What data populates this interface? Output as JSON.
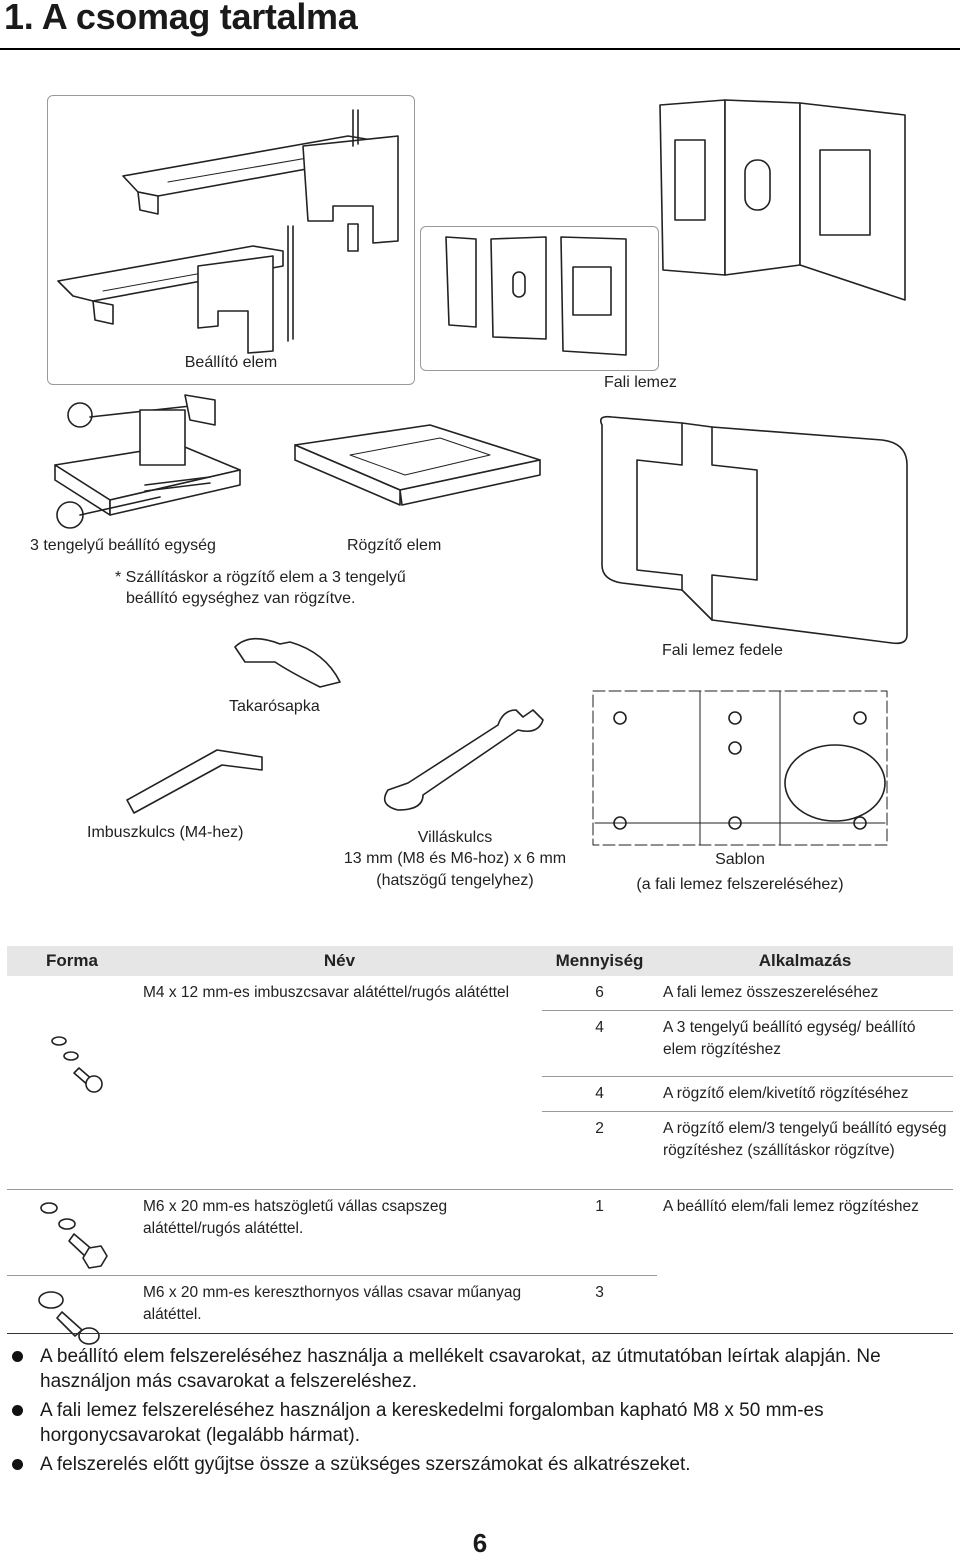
{
  "heading": "1. A csomag tartalma",
  "figures": {
    "adjust_element": "Beállító elem",
    "wall_plate": "Fali lemez",
    "three_axis_unit": "3 tengelyű beállító egység",
    "fixing_element": "Rögzítő elem",
    "shipping_note_line1": "* Szállításkor a rögzítő elem a 3 tengelyű",
    "shipping_note_line2": "beállító egységhez van rögzítve.",
    "wall_plate_cover": "Fali lemez fedele",
    "cover_cap": "Takarósapka",
    "hex_key": "Imbuszkulcs (M4-hez)",
    "wrench_line1": "Villáskulcs",
    "wrench_line2": "13 mm (M8 és M6-hoz) x 6 mm",
    "wrench_line3": "(hatszögű tengelyhez)",
    "template_line1": "Sablon",
    "template_line2": "(a fali lemez felszereléséhez)"
  },
  "table": {
    "headers": [
      "Forma",
      "Név",
      "Mennyiség",
      "Alkalmazás"
    ],
    "rows": [
      {
        "name": "M4 x 12 mm-es imbuszcsavar alátéttel/rugós alátéttel",
        "entries": [
          {
            "qty": "6",
            "use": "A fali lemez összeszereléséhez"
          },
          {
            "qty": "4",
            "use": "A 3 tengelyű beállító egység/ beállító elem rögzítéshez"
          },
          {
            "qty": "4",
            "use": "A rögzítő elem/kivetítő rögzítéséhez"
          },
          {
            "qty": "2",
            "use": "A rögzítő elem/3 tengelyű beállító egység rögzítéshez (szállításkor rögzítve)"
          }
        ]
      },
      {
        "name": "M6 x 20 mm-es hatszögletű vállas csapszeg alátéttel/rugós alátéttel.",
        "entries": [
          {
            "qty": "1",
            "use": "A beállító elem/fali lemez rögzítéshez"
          }
        ]
      },
      {
        "name": "M6 x 20 mm-es kereszthornyos vállas csavar műanyag alátéttel.",
        "entries": [
          {
            "qty": "3",
            "use": ""
          }
        ]
      }
    ]
  },
  "notes": [
    "A beállító elem felszereléséhez használja a mellékelt csavarokat, az útmutatóban leírtak alapján. Ne használjon más csavarokat a felszereléshez.",
    "A fali lemez felszereléséhez használjon a kereskedelmi forgalomban kapható M8 x 50 mm-es horgonycsavarokat (legalább hármat).",
    "A felszerelés előtt gyűjtse össze a szükséges szerszámokat és alkatrészeket."
  ],
  "page_number": "6"
}
